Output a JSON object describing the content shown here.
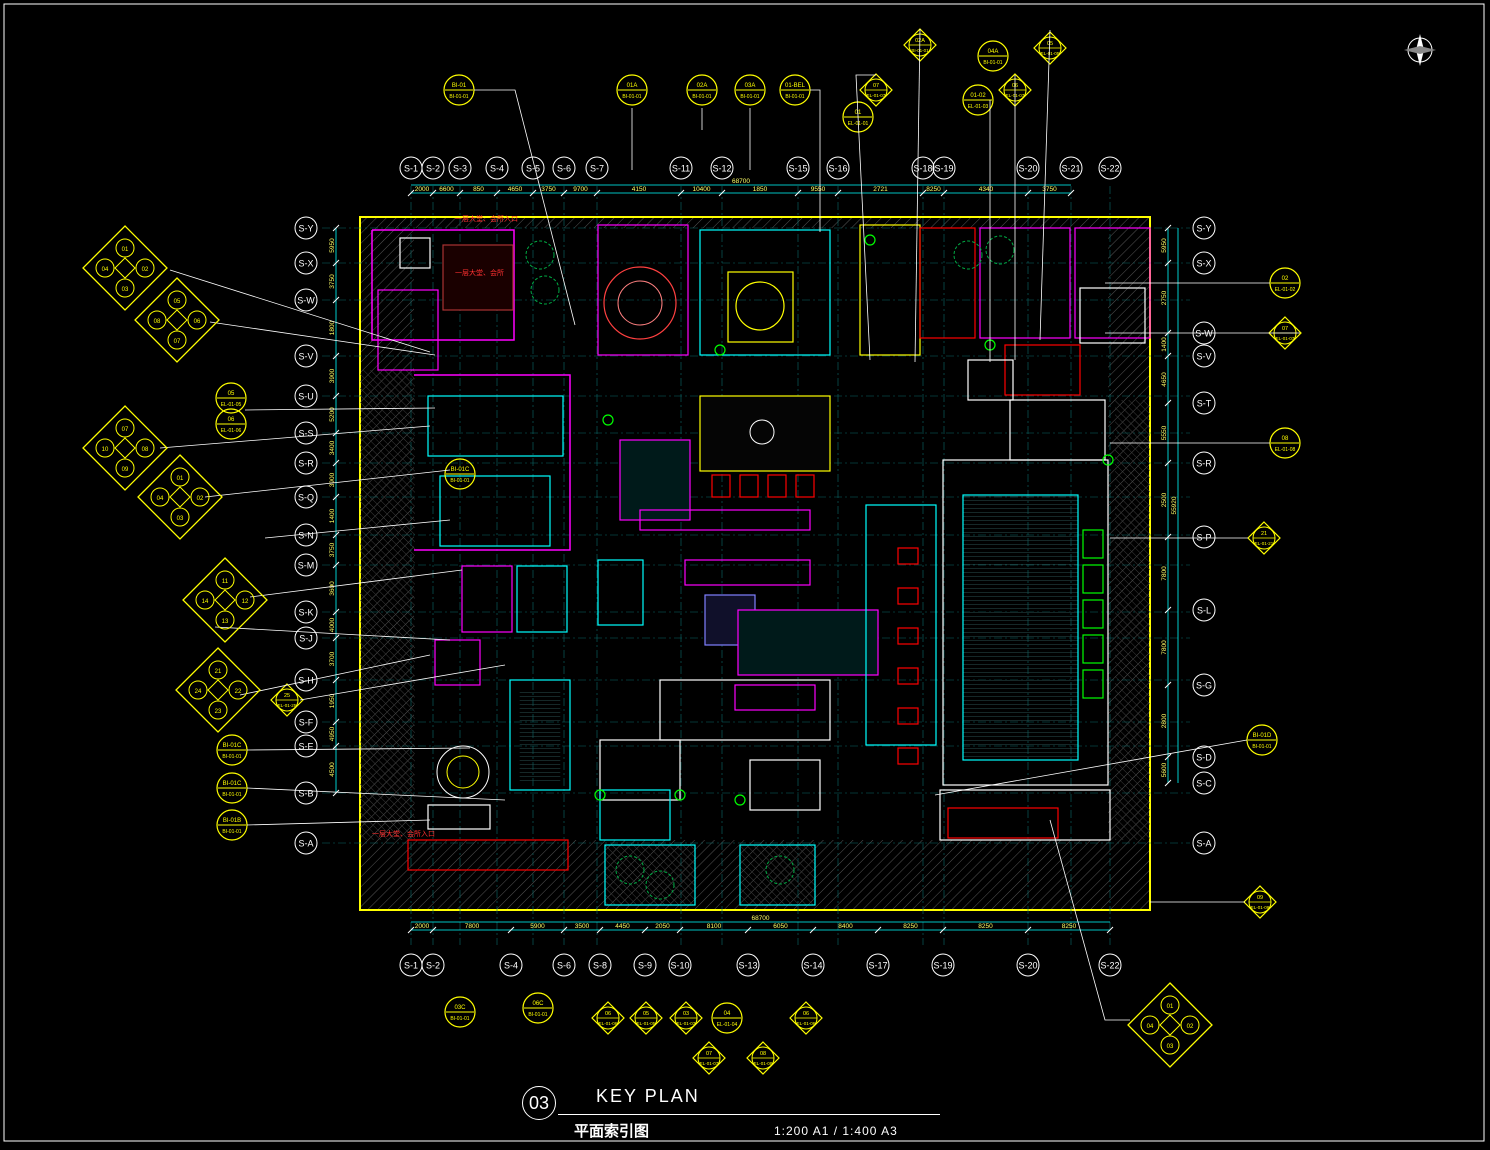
{
  "drawing": {
    "number": "03",
    "title": "KEY PLAN",
    "subtitle": "平面索引图",
    "scale": "1:200 A1 / 1:400 A3"
  },
  "colors": {
    "background": "#000000",
    "wall": "#ffff00",
    "grid": "#00ffff",
    "dimension": "#00ffff",
    "bubble": "#ffffff",
    "tag": "#ffff00",
    "leader": "#ffffff",
    "magenta": "#ff00ff",
    "green": "#00ff00",
    "red": "#ff0000",
    "orange": "#ff8000",
    "blue": "#4060ff"
  },
  "grid_top": [
    "S-1",
    "S-2",
    "S-3",
    "S-4",
    "S-5",
    "S-6",
    "S-7",
    "S-11",
    "S-12",
    "S-15",
    "S-16",
    "S-18",
    "S-19",
    "S-20",
    "S-21",
    "S-22"
  ],
  "grid_bottom": [
    "S-1",
    "S-2",
    "S-4",
    "S-6",
    "S-8",
    "S-9",
    "S-10",
    "S-13",
    "S-14",
    "S-17",
    "S-19",
    "S-20",
    "S-22"
  ],
  "grid_left": [
    "S-Y",
    "S-X",
    "S-W",
    "S-V",
    "S-U",
    "S-S",
    "S-R",
    "S-Q",
    "S-N",
    "S-M",
    "S-K",
    "S-J",
    "S-H",
    "S-F",
    "S-E",
    "S-B",
    "S-A"
  ],
  "grid_right": [
    "S-Y",
    "S-X",
    "S-W",
    "S-V",
    "S-T",
    "S-R",
    "S-P",
    "S-L",
    "S-G",
    "S-D",
    "S-C",
    "S-A"
  ],
  "dims_top": [
    "2000",
    "6600",
    "850",
    "4650",
    "3750",
    "9700",
    "4150",
    "10400",
    "1850",
    "9550",
    "2721",
    "8250",
    "4340",
    "3750"
  ],
  "dims_top_total": "68700",
  "dims_bottom": [
    "2000",
    "7800",
    "5900",
    "3500",
    "4450",
    "2050",
    "8100",
    "6050",
    "8400",
    "8250",
    "8250",
    "8250"
  ],
  "dims_bottom_total": "68700",
  "dims_left": [
    "5950",
    "3750",
    "1800",
    "3900",
    "5200",
    "3400",
    "3900",
    "1400",
    "3750",
    "3600",
    "4000",
    "3700",
    "1950",
    "4950",
    "4500"
  ],
  "dims_right": [
    "5950",
    "2750",
    "1400",
    "4650",
    "5550",
    "2500",
    "7800",
    "7800",
    "2800",
    "5600"
  ],
  "dims_right_total": "55920",
  "labels": {
    "red_note_1": "一层大堂、会所入口",
    "red_note_2": "一层大堂、会所",
    "red_note_3": "一层大堂、会所入口"
  },
  "tags_top": [
    {
      "top": "01A",
      "bottom": "BI-01-01"
    },
    {
      "top": "02A",
      "bottom": "BI-01-01"
    },
    {
      "top": "03A",
      "bottom": "BI-01-01"
    },
    {
      "top": "01-BEL",
      "bottom": "BI-01-01"
    },
    {
      "top": "07",
      "bottom": "EL-01-07"
    },
    {
      "top": "01",
      "bottom": "EL-01-01"
    },
    {
      "top": "02A",
      "bottom": "BI-01-01"
    },
    {
      "top": "04A",
      "bottom": "BI-01-01"
    },
    {
      "top": "06",
      "bottom": "EL-01-07"
    },
    {
      "top": "01-02",
      "bottom": "EL-01-03"
    },
    {
      "top": "05",
      "bottom": "EL-01-05"
    }
  ],
  "tags_bottom": [
    {
      "top": "03C",
      "bottom": "BI-01-01"
    },
    {
      "top": "06C",
      "bottom": "BI-01-01"
    },
    {
      "top": "06",
      "bottom": "EL-01-06"
    },
    {
      "top": "05",
      "bottom": "EL-01-05"
    },
    {
      "top": "03",
      "bottom": "EL-01-03"
    },
    {
      "top": "04",
      "bottom": "EL-01-04"
    },
    {
      "top": "06",
      "bottom": "EL-01-06"
    },
    {
      "top": "07",
      "bottom": "EL-01-07"
    },
    {
      "top": "08",
      "bottom": "EL-01-08"
    }
  ],
  "tags_left": [
    {
      "top": "BI-01",
      "bottom": "BI-01-01"
    },
    {
      "top": "05",
      "bottom": "EL-01-05"
    },
    {
      "top": "06",
      "bottom": "EL-01-06"
    },
    {
      "top": "BI-01C",
      "bottom": "BI-01-01"
    },
    {
      "top": "BI-01C",
      "bottom": "BI-01-01"
    },
    {
      "top": "BI-01C",
      "bottom": "BI-01-01"
    },
    {
      "top": "BI-01B",
      "bottom": "BI-01-01"
    },
    {
      "top": "25",
      "bottom": "EL-01-25"
    }
  ],
  "tags_right": [
    {
      "top": "02",
      "bottom": "EL-01-02"
    },
    {
      "top": "07",
      "bottom": "EL-01-07"
    },
    {
      "top": "08",
      "bottom": "EL-01-08"
    },
    {
      "top": "21",
      "bottom": "EL-01-21"
    },
    {
      "top": "BI-01D",
      "bottom": "BI-01-01"
    },
    {
      "top": "09",
      "bottom": "EL-01-09"
    }
  ],
  "diamond_clusters": [
    [
      "01",
      "02",
      "03",
      "04"
    ],
    [
      "05",
      "06",
      "07",
      "08"
    ],
    [
      "07",
      "08",
      "09",
      "10"
    ],
    [
      "01",
      "02",
      "03",
      "04"
    ],
    [
      "11",
      "12",
      "13",
      "14"
    ],
    [
      "21",
      "22",
      "23",
      "24"
    ],
    [
      "01",
      "02",
      "03",
      "04"
    ]
  ]
}
